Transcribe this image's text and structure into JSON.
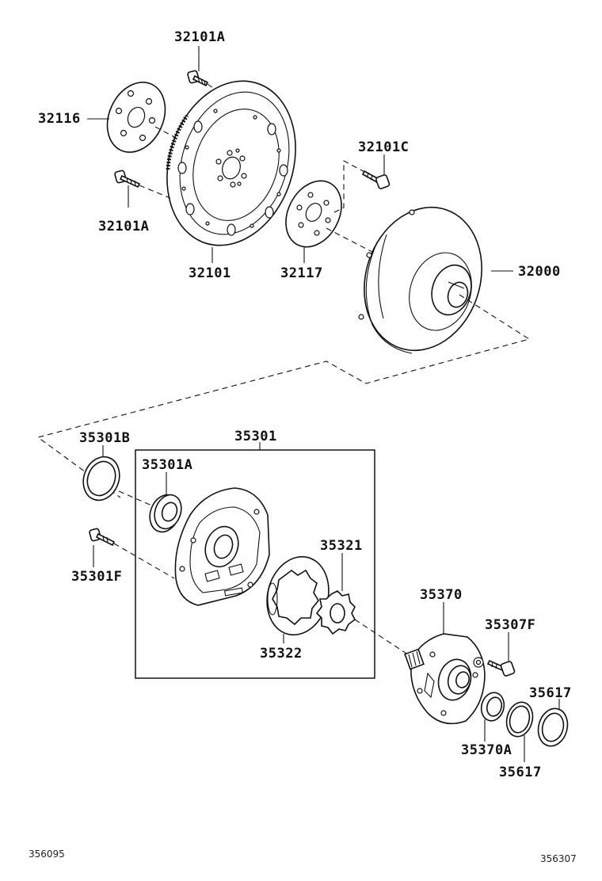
{
  "labels": {
    "p32101A_top": "32101A",
    "p32116": "32116",
    "p32101C": "32101C",
    "p32101A_bottom": "32101A",
    "p32101": "32101",
    "p32117": "32117",
    "p32000": "32000",
    "p35301B": "35301B",
    "p35301": "35301",
    "p35301A": "35301A",
    "p35321": "35321",
    "p35301F": "35301F",
    "p35370": "35370",
    "p35307F": "35307F",
    "p35322": "35322",
    "p35617_top": "35617",
    "p35370A": "35370A",
    "p35617_bottom": "35617"
  },
  "footer": {
    "left_code": "356095",
    "right_code": "356307"
  }
}
